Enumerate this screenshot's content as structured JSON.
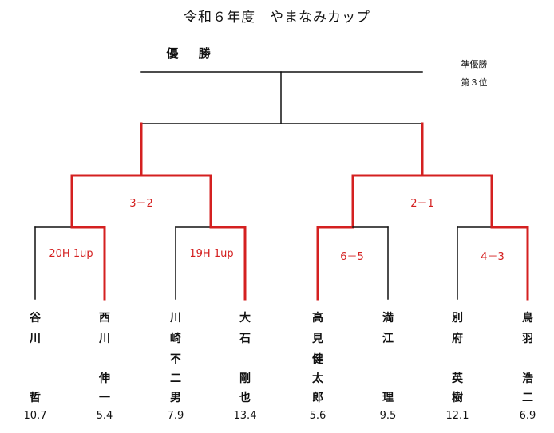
{
  "title": "令和６年度　やまなみカップ",
  "champion_label": "優 勝",
  "runner_up_label": "準優勝",
  "third_place_label": "第３位",
  "colors": {
    "winner": "#d42020",
    "loser": "#111111"
  },
  "scores": {
    "semi_left": "3－2",
    "semi_right": "2－1",
    "q1": "20H 1up",
    "q2": "19H 1up",
    "q3": "6－5",
    "q4": "4－3"
  },
  "players": [
    {
      "name_lines": [
        "谷",
        "川",
        "",
        "",
        "哲"
      ],
      "handicap": "10.7"
    },
    {
      "name_lines": [
        "西",
        "川",
        "",
        "伸",
        "一"
      ],
      "handicap": "5.4"
    },
    {
      "name_lines": [
        "川",
        "崎",
        "不",
        "二",
        "男"
      ],
      "handicap": "7.9"
    },
    {
      "name_lines": [
        "大",
        "石",
        "",
        "剛",
        "也"
      ],
      "handicap": "13.4"
    },
    {
      "name_lines": [
        "高",
        "見",
        "健",
        "太",
        "郎"
      ],
      "handicap": "5.6"
    },
    {
      "name_lines": [
        "満",
        "江",
        "",
        "",
        "理"
      ],
      "handicap": "9.5"
    },
    {
      "name_lines": [
        "別",
        "府",
        "",
        "英",
        "樹"
      ],
      "handicap": "12.1"
    },
    {
      "name_lines": [
        "鳥",
        "羽",
        "",
        "浩",
        "二"
      ],
      "handicap": "6.9"
    }
  ]
}
